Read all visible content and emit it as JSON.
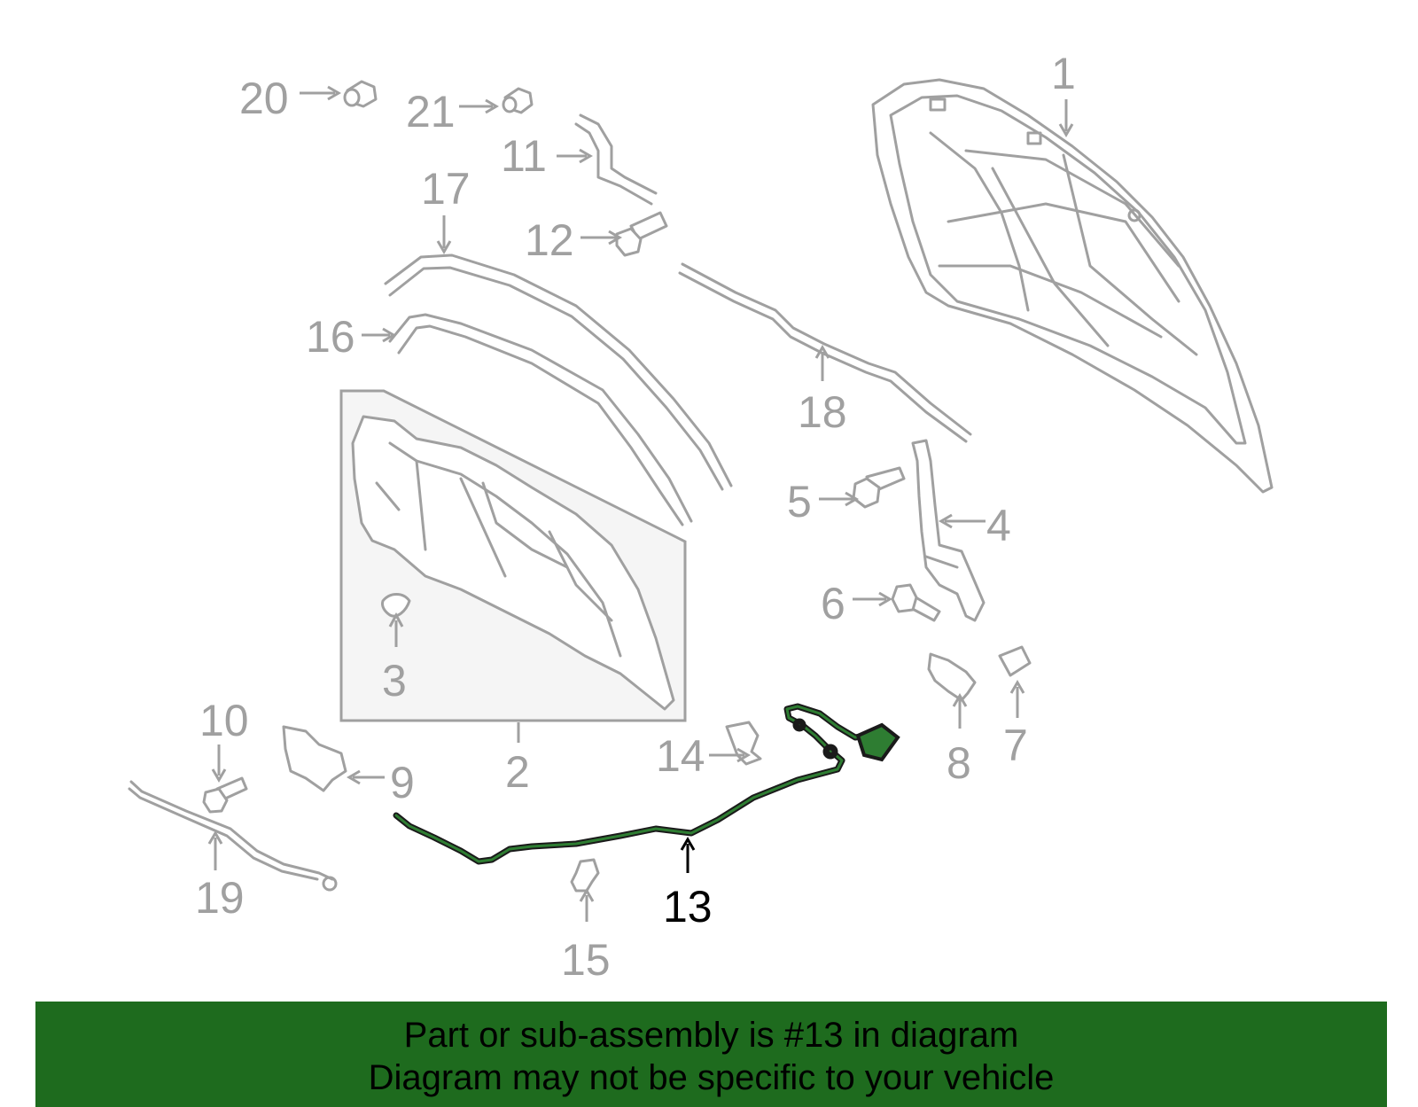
{
  "diagram": {
    "highlighted_part": "13",
    "callouts": [
      {
        "id": "c1",
        "label": "1"
      },
      {
        "id": "c2",
        "label": "2"
      },
      {
        "id": "c3",
        "label": "3"
      },
      {
        "id": "c4",
        "label": "4"
      },
      {
        "id": "c5",
        "label": "5"
      },
      {
        "id": "c6",
        "label": "6"
      },
      {
        "id": "c7",
        "label": "7"
      },
      {
        "id": "c8",
        "label": "8"
      },
      {
        "id": "c9",
        "label": "9"
      },
      {
        "id": "c10",
        "label": "10"
      },
      {
        "id": "c11",
        "label": "11"
      },
      {
        "id": "c12",
        "label": "12"
      },
      {
        "id": "c13",
        "label": "13"
      },
      {
        "id": "c14",
        "label": "14"
      },
      {
        "id": "c15",
        "label": "15"
      },
      {
        "id": "c16",
        "label": "16"
      },
      {
        "id": "c17",
        "label": "17"
      },
      {
        "id": "c18",
        "label": "18"
      },
      {
        "id": "c19",
        "label": "19"
      },
      {
        "id": "c20",
        "label": "20"
      },
      {
        "id": "c21",
        "label": "21"
      }
    ],
    "colors": {
      "part_stroke": "#a0a0a0",
      "highlight_part": "#2e7d32",
      "banner_background": "#1e6b1e"
    }
  },
  "banner": {
    "line1": "Part or sub-assembly is #13 in diagram",
    "line2": "Diagram may not be specific to your vehicle"
  }
}
